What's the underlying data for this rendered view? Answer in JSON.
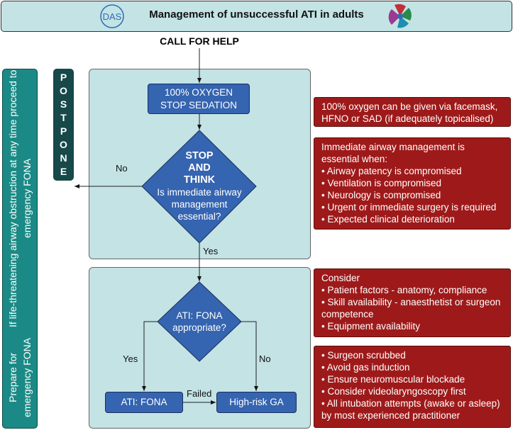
{
  "header": {
    "title": "Management of unsuccessful ATI in adults",
    "logos": [
      "DAS logo",
      "ENT logo"
    ]
  },
  "call_for_help": "CALL FOR HELP",
  "left_bar": {
    "line1": "Prepare for emergency FONA",
    "line2": "If life-threatening airway obstruction at any time proceed to emergency FONA"
  },
  "postpone": "POSTPONE",
  "flow": {
    "oxygen": [
      "100% OXYGEN",
      "STOP SEDATION"
    ],
    "stop_think": {
      "bold": [
        "STOP",
        "AND",
        "THINK"
      ],
      "question": "Is immediate airway management essential?"
    },
    "no_label": "No",
    "yes_label": "Yes",
    "ati_question": "ATI: FONA appropriate?",
    "yes2": "Yes",
    "no2": "No",
    "ati_fona": "ATI: FONA",
    "high_risk": "High-risk GA",
    "failed": "Failed"
  },
  "notes": {
    "oxygen": "100% oxygen can be given via facemask, HFNO or SAD (if adequately topicalised)",
    "immediate": {
      "intro": "Immediate airway management is essential when:",
      "items": [
        "Airway patency is compromised",
        "Ventilation is compromised",
        "Neurology is compromised",
        "Urgent or immediate surgery is required",
        "Expected clinical deterioration"
      ]
    },
    "consider": {
      "intro": "Consider",
      "items": [
        "Patient factors - anatomy, compliance",
        "Skill availability - anaesthetist or surgeon competence",
        "Equipment availability"
      ]
    },
    "ga": {
      "items": [
        "Surgeon scrubbed",
        "Avoid gas induction",
        "Ensure neuromuscular blockade",
        "Consider videolaryngoscopy first",
        "All intubation attempts (awake or asleep) by most experienced practitioner"
      ]
    }
  },
  "colors": {
    "panel": "#c3e3e5",
    "blue": "#3564b0",
    "red": "#9e1a1a",
    "teal": "#1b8a86",
    "dark_teal": "#17484a"
  }
}
